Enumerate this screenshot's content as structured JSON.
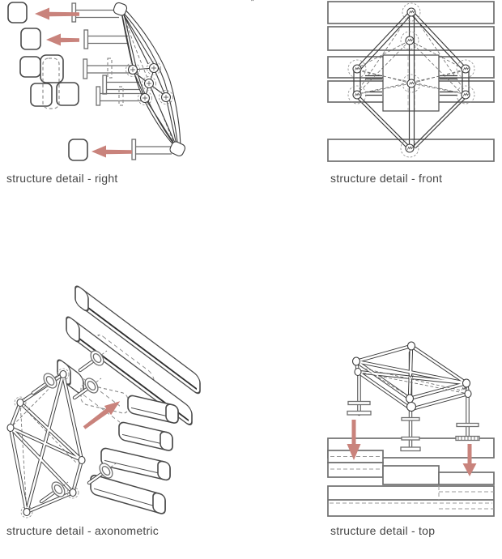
{
  "colors": {
    "background": "#ffffff",
    "line_dark": "#3b3b3b",
    "line_gray": "#6f6f6f",
    "line_dashed": "#9a9a9a",
    "arrow": "#c9837c"
  },
  "panels": {
    "right": {
      "caption": "structure detail - right"
    },
    "front": {
      "caption": "structure detail - front"
    },
    "axonometric": {
      "caption": "structure detail - axonometric"
    },
    "top": {
      "caption": "structure detail - top"
    }
  }
}
